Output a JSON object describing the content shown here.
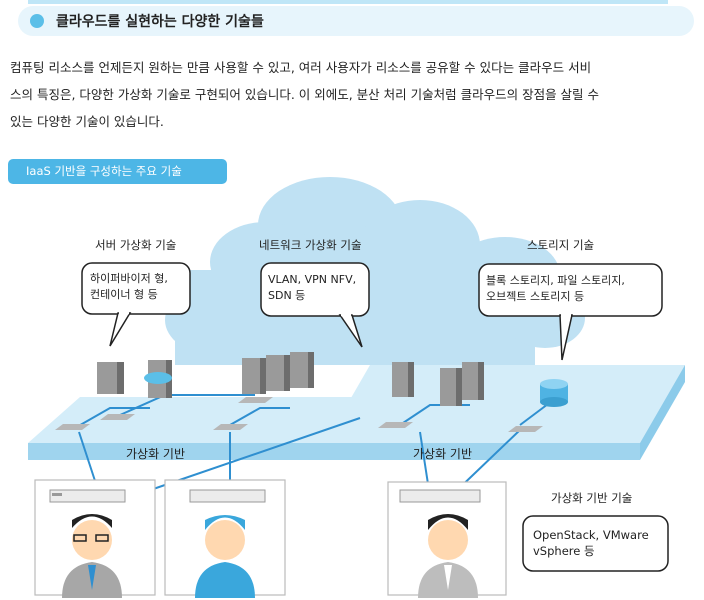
{
  "header": {
    "title": "클라우드를 실현하는 다양한 기술들"
  },
  "paragraph": [
    "컴퓨팅 리소스를 언제든지 원하는 만큼 사용할 수 있고, 여러 사용자가 리소스를 공유할 수 있다는 클라우드 서비",
    "스의 특징은, 다양한 가상화 기술로 구현되어 있습니다. 이 외에도, 분산 처리 기술처럼 클라우드의 장점을 살릴 수",
    "있는 다양한 기술이 있습니다."
  ],
  "section_pill": "IaaS 기반을 구성하는 주요 기술",
  "diagram": {
    "server_label": "서버 가상화 기술",
    "server_bubble": [
      "하이퍼바이저 형,",
      "컨테이너 형 등"
    ],
    "network_label": "네트워크 가상화 기술",
    "network_bubble": [
      "VLAN, VPN NFV,",
      "SDN 등"
    ],
    "storage_label": "스토리지 기술",
    "storage_bubble": [
      "블록 스토리지, 파일 스토리지,",
      "오브젝트 스토리지 등"
    ],
    "platform_left": "가상화 기반",
    "platform_right": "가상화 기반",
    "infra_label": "가상화 기반 기술",
    "infra_bubble": [
      "OpenStack, VMware",
      "vSphere 등"
    ]
  },
  "colors": {
    "accent": "#4db6e6",
    "cloud": "#bfe1f3",
    "platform": "#cfeaf8",
    "dark_platform": "#7dc6e8"
  }
}
